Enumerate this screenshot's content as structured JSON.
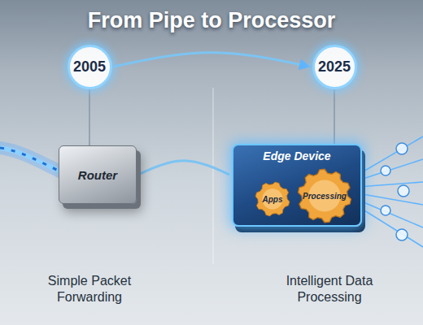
{
  "diagram": {
    "title": "From Pipe to Processor",
    "nodes": [
      {
        "text": [
          "2005"
        ]
      },
      {
        "text": [
          "2025"
        ]
      },
      {
        "text": [
          "Router"
        ]
      },
      {
        "text": [
          "Edge Device"
        ]
      },
      {
        "text": [
          "Apps"
        ],
        "in": 3
      },
      {
        "text": [
          "Processing"
        ],
        "in": 3
      }
    ],
    "edges": [
      {
        "from": 0,
        "to": 2,
        "arrow": "none"
      },
      {
        "from": 1,
        "to": 3,
        "arrow": "none"
      },
      {
        "from": 0,
        "to": 1,
        "arrow": "to"
      },
      {
        "from": 2,
        "to": 3,
        "arrow": "none"
      }
    ],
    "labels": [
      "Simple Packet Forwarding",
      "Intelligent Data Processing"
    ]
  }
}
